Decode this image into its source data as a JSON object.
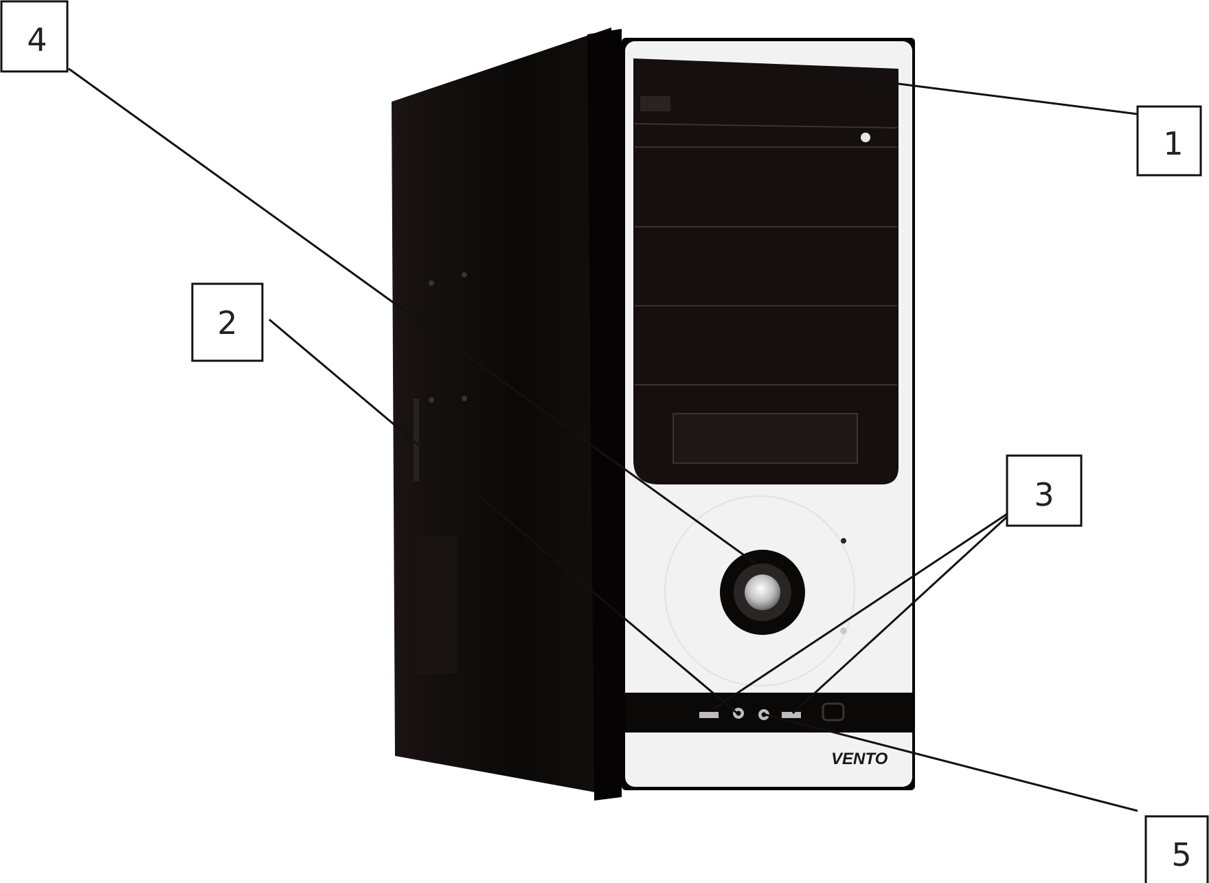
{
  "diagram": {
    "callouts": [
      {
        "id": "1",
        "label": "1"
      },
      {
        "id": "2",
        "label": "2"
      },
      {
        "id": "3",
        "label": "3"
      },
      {
        "id": "4",
        "label": "4"
      },
      {
        "id": "5",
        "label": "5"
      }
    ],
    "case": {
      "brand": "VENTO",
      "colors": {
        "body": "#0d0a0a",
        "panel": "#f2f2f2",
        "bay": "#150f10",
        "outline": "#000000"
      }
    }
  }
}
